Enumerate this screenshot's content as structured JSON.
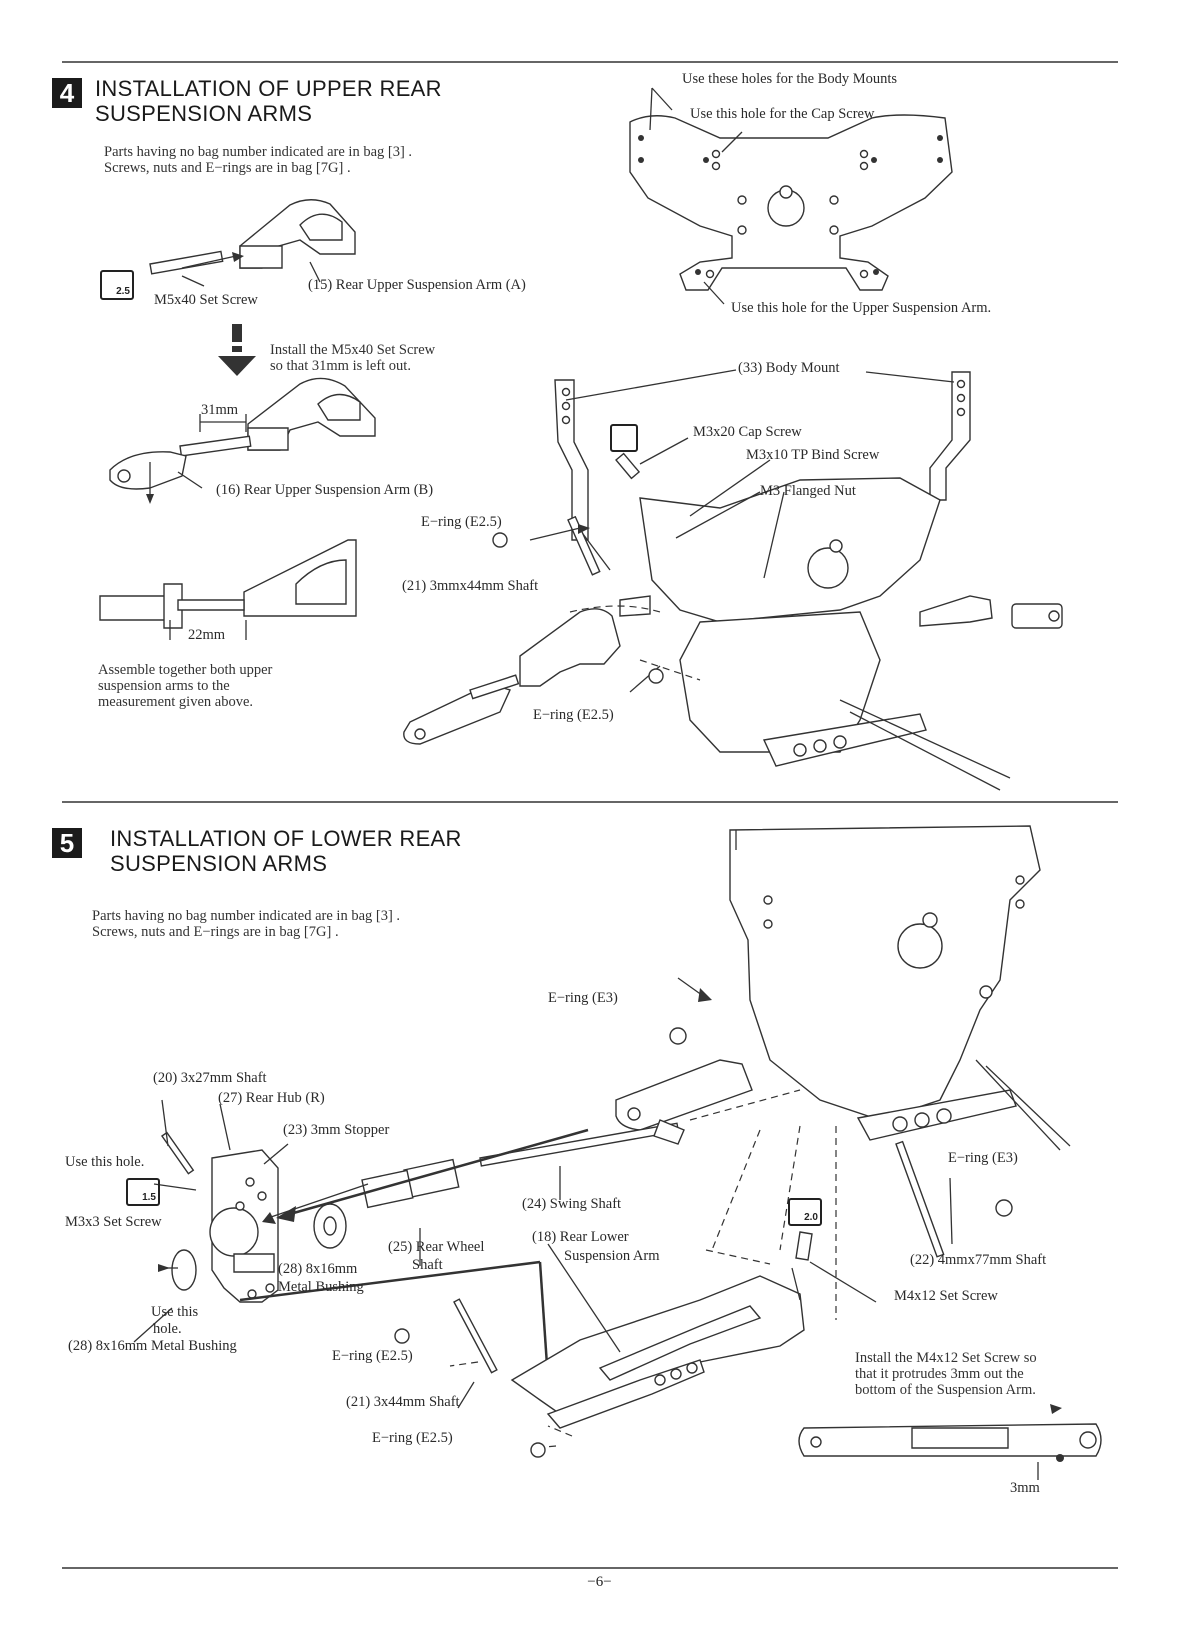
{
  "section4": {
    "number": "4",
    "title_line1": "INSTALLATION OF UPPER REAR",
    "title_line2": "SUSPENSION ARMS",
    "note_line1": "Parts having no bag number indicated are in bag [3] .",
    "note_line2": "Screws, nuts and E−rings are in bag [7G] .",
    "callouts": {
      "body_mount_holes": "Use these holes for the Body Mounts",
      "cap_screw_hole": "Use this hole for the Cap Screw",
      "upper_arm_hole": "Use this hole for the Upper Suspension Arm.",
      "rear_upper_arm_a": "(15) Rear Upper Suspension Arm (A)",
      "set_screw": "M5x40 Set Screw",
      "install_line1": "Install the M5x40 Set Screw",
      "install_line2": "so that 31mm is left out.",
      "dim_31": "31mm",
      "rear_upper_arm_b": "(16) Rear Upper Suspension Arm (B)",
      "body_mount": "(33) Body Mount",
      "cap_screw": "M3x20 Cap Screw",
      "tp_bind_screw": "M3x10 TP Bind Screw",
      "flanged_nut": "M3 Flanged Nut",
      "ering_top": "E−ring (E2.5)",
      "shaft_3x44": "(21) 3mmx44mm Shaft",
      "dim_22": "22mm",
      "assemble_line1": "Assemble together both upper",
      "assemble_line2": "suspension arms to the",
      "assemble_line3": "measurement given above.",
      "ering_bottom": "E−ring (E2.5)"
    },
    "tool_badge": "2.5"
  },
  "section5": {
    "number": "5",
    "title_line1": "INSTALLATION OF LOWER REAR",
    "title_line2": "SUSPENSION ARMS",
    "note_line1": "Parts having no bag number indicated are in bag [3] .",
    "note_line2": "Screws, nuts and E−rings are in bag [7G] .",
    "callouts": {
      "ering_e3_top": "E−ring (E3)",
      "shaft_3x27": "(20) 3x27mm Shaft",
      "rear_hub": "(27) Rear Hub (R)",
      "stopper": "(23) 3mm Stopper",
      "use_hole_1": "Use this hole.",
      "set_screw_m3x3": "M3x3 Set Screw",
      "swing_shaft": "(24) Swing Shaft",
      "rear_wheel_shaft_1": "(25) Rear Wheel",
      "rear_wheel_shaft_2": "Shaft",
      "bushing_a_1": "(28) 8x16mm",
      "bushing_a_2": "Metal Bushing",
      "use_hole_2a": "Use this",
      "use_hole_2b": "hole.",
      "bushing_b": "(28) 8x16mm Metal Bushing",
      "rear_lower_arm_1": "(18) Rear Lower",
      "rear_lower_arm_2": "Suspension Arm",
      "ering_e3_right": "E−ring (E3)",
      "shaft_4x77": "(22) 4mmx77mm Shaft",
      "set_screw_m4x12": "M4x12 Set Screw",
      "ering_e25_a": "E−ring (E2.5)",
      "shaft_3x44": "(21) 3x44mm Shaft",
      "ering_e25_b": "E−ring (E2.5)",
      "install_line1": "Install the M4x12 Set Screw so",
      "install_line2": "that it protrudes 3mm out the",
      "install_line3": "bottom of the Suspension Arm.",
      "dim_3": "3mm"
    },
    "tool_badge_1": "1.5",
    "tool_badge_2": "2.0"
  },
  "page_number": "−6−"
}
